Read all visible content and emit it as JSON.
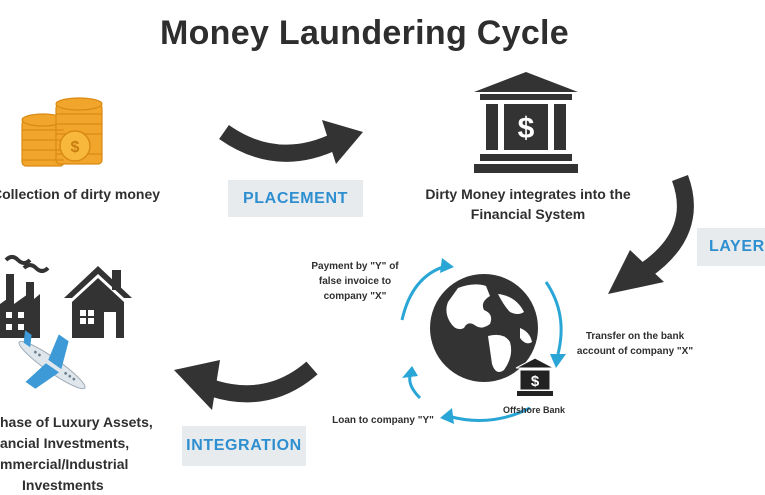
{
  "title": "Money Laundering Cycle",
  "nodes": {
    "collection": "Collection of dirty money",
    "integrates_line1": "Dirty Money integrates into the",
    "integrates_line2": "Financial System",
    "luxury_line1": "hase of Luxury Assets,",
    "luxury_line2": "ancial Investments,",
    "luxury_line3": "mmercial/Industrial",
    "luxury_line4": "Investments"
  },
  "stages": {
    "placement": "PLACEMENT",
    "layering": "LAYERI",
    "integration": "INTEGRATION"
  },
  "layering_cycle": {
    "payment_line1": "Payment by \"Y\" of",
    "payment_line2": "false invoice to",
    "payment_line3": "company \"X\"",
    "transfer_line1": "Transfer on the bank",
    "transfer_line2": "account of company \"X\"",
    "loan": "Loan to company \"Y\"",
    "offshore_bank": "Offshore Bank"
  },
  "icons": [
    "coins-icon",
    "bank-dollar-icon",
    "globe-icon",
    "small-bank-icon",
    "factory-icon",
    "house-icon",
    "airplane-icon"
  ],
  "colors": {
    "arrow": "#333333",
    "stage_text": "#2e8fd0",
    "stage_bg": "#e8ebee",
    "cycle_arrow": "#2aa6d6",
    "coin": "#f2a52b"
  }
}
